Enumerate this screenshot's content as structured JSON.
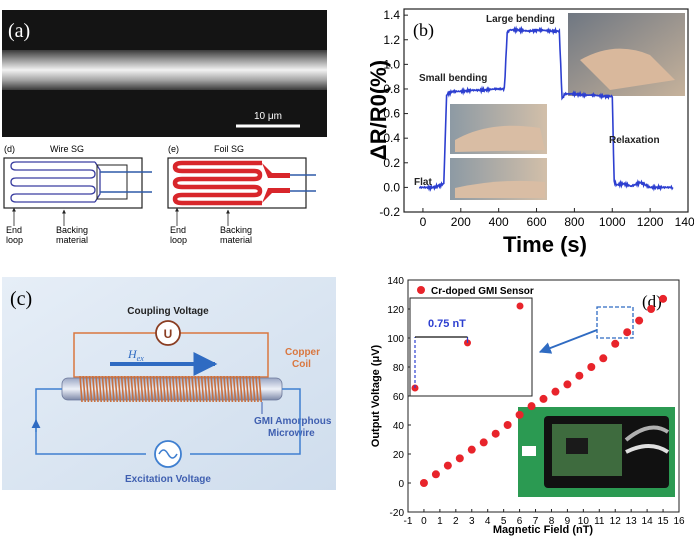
{
  "panel_a": {
    "label": "(a)",
    "scale_bar": "10 μm"
  },
  "panel_de": {
    "wire": {
      "label": "(d)",
      "title": "Wire SG",
      "end_loop_1": "End",
      "end_loop_2": "loop",
      "backing_1": "Backing",
      "backing_2": "material"
    },
    "foil": {
      "label": "(e)",
      "title": "Foil SG",
      "end_loop_1": "End",
      "end_loop_2": "loop",
      "backing_1": "Backing",
      "backing_2": "material"
    },
    "colors": {
      "wire": "#3b3fa0",
      "foil": "#d8262b",
      "lead": "#2f5aa8"
    }
  },
  "panel_c": {
    "label": "(c)",
    "coupling_voltage": "Coupling Voltage",
    "u_symbol": "U",
    "field_label": "H",
    "field_sub": "ex",
    "copper_1": "Copper",
    "copper_2": "Coil",
    "gmi_1": "GMI Amorphous",
    "gmi_2": "Microwire",
    "excitation_voltage": "Excitation Voltage",
    "colors": {
      "background": "#dde8f3",
      "coil": "#c8703f",
      "wire": "#5a7fd0",
      "arrow": "#2f6bc2",
      "accent": "#d9773f"
    }
  },
  "chart_data": [
    {
      "type": "line",
      "panel_label": "(b)",
      "xlabel": "Time (s)",
      "ylabel": "ΔR/R0(%)",
      "xlim": [
        -100,
        1400
      ],
      "ylim": [
        -0.2,
        1.45
      ],
      "xticks": [
        0,
        200,
        400,
        600,
        800,
        1000,
        1200,
        1400
      ],
      "yticks": [
        -0.2,
        0.0,
        0.2,
        0.4,
        0.6,
        0.8,
        1.0,
        1.2,
        1.4
      ],
      "series": [
        {
          "color": "#2d3fd0",
          "x": [
            -20,
            60,
            110,
            125,
            140,
            160,
            200,
            260,
            320,
            380,
            430,
            445,
            460,
            500,
            560,
            620,
            680,
            720,
            735,
            750,
            800,
            850,
            900,
            960,
            1000,
            1010,
            1020,
            1060,
            1100,
            1150,
            1200,
            1260,
            1320
          ],
          "y": [
            0.0,
            0.0,
            0.03,
            0.75,
            0.77,
            0.78,
            0.78,
            0.79,
            0.79,
            0.8,
            0.8,
            1.26,
            1.28,
            1.28,
            1.27,
            1.28,
            1.27,
            1.27,
            0.72,
            0.76,
            0.76,
            0.75,
            0.75,
            0.74,
            0.74,
            0.05,
            0.02,
            0.03,
            0.01,
            0.04,
            0.0,
            0.0,
            0.0
          ]
        }
      ],
      "annotations": [
        "Large bending",
        "Small bending",
        "Relaxation",
        "Flat"
      ]
    },
    {
      "type": "scatter",
      "panel_label": "(d)",
      "xlabel": "Magnetic Field (nT)",
      "ylabel": "Output Voltage (μV)",
      "xlim": [
        -1,
        16
      ],
      "ylim": [
        -20,
        140
      ],
      "xticks": [
        -1,
        0,
        1,
        2,
        3,
        4,
        5,
        6,
        7,
        8,
        9,
        10,
        11,
        12,
        13,
        14,
        15,
        16
      ],
      "yticks": [
        -20,
        0,
        20,
        40,
        60,
        80,
        100,
        120,
        140
      ],
      "legend": "Cr-doped GMI Sensor",
      "series": [
        {
          "name": "Cr-doped GMI Sensor",
          "color": "#e8242b",
          "x": [
            0,
            0.75,
            1.5,
            2.25,
            3.0,
            3.75,
            4.5,
            5.25,
            6.0,
            6.75,
            7.5,
            8.25,
            9.0,
            9.75,
            10.5,
            11.25,
            12.0,
            12.75,
            13.5,
            14.25,
            15.0
          ],
          "y": [
            0,
            6,
            12,
            17,
            23,
            28,
            34,
            40,
            47,
            53,
            58,
            63,
            68,
            74,
            80,
            86,
            96,
            104,
            112,
            120,
            127
          ]
        }
      ],
      "inset": {
        "label": "0.75 nT",
        "points": [
          [
            0,
            0
          ],
          [
            0.75,
            0.55
          ],
          [
            1.5,
            1.0
          ]
        ]
      }
    }
  ]
}
